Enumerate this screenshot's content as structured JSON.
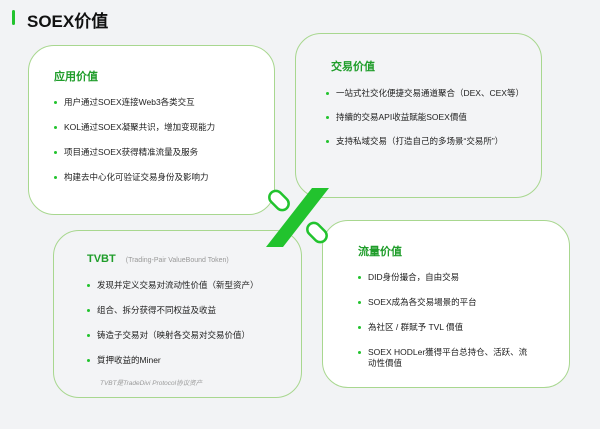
{
  "title": "SOEX价值",
  "cards": {
    "app": {
      "title": "应用价值",
      "items": [
        "用户通过SOEX连接Web3各类交互",
        "KOL通过SOEX凝聚共识，增加变现能力",
        "项目通过SOEX获得精准流量及服务",
        "构建去中心化可验证交易身份及影响力"
      ]
    },
    "trade": {
      "title": "交易价值",
      "items": [
        "一站式社交化便捷交易通道聚合（DEX、CEX等）",
        "持續的交易API收益賦能SOEX價值",
        "支持私域交易（打造自己的多场景“交易所”）"
      ]
    },
    "tvbt": {
      "title": "TVBT",
      "subtitle": "(Trading-Pair ValueBound Token)",
      "items": [
        "发现并定义交易对流动性价值（新型资产）",
        "组合、拆分获得不同权益及收益",
        "铸造子交易对（映射各交易对交易价值）",
        "質押收益的Miner"
      ],
      "note": "TVBT是TradeDivi Protocol协议资产"
    },
    "traffic": {
      "title": "流量价值",
      "items": [
        "DID身份撮合，自由交易",
        "SOEX成為各交易場景的平台",
        "為社区 / 群賦予 TVL 價值",
        "SOEX HODLer獲得平台总持仓、活跃、流动性價值"
      ]
    }
  },
  "colors": {
    "accent": "#22c32e",
    "border": "#a8d78f"
  }
}
